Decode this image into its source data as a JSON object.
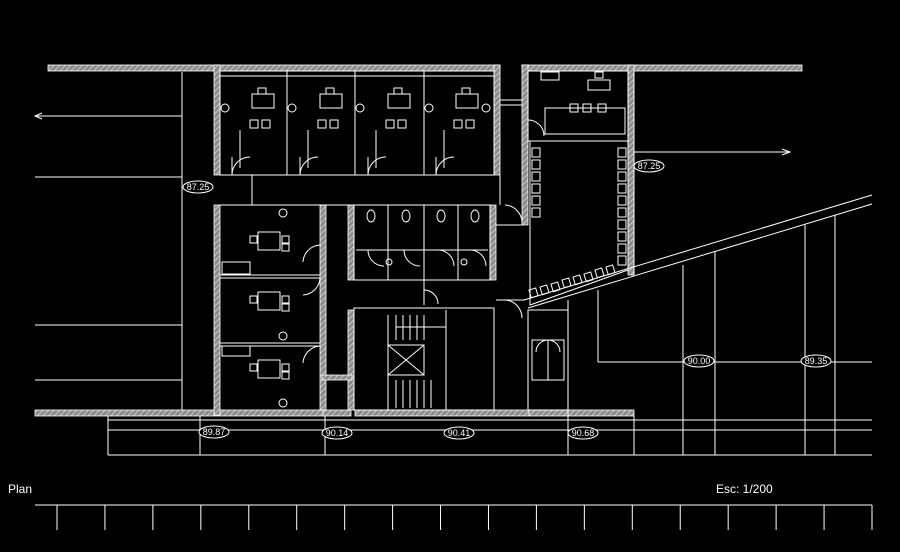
{
  "drawing": {
    "title": "Plan",
    "scale": "Esc: 1/200"
  },
  "colors": {
    "background": "#000000",
    "lines": "#ffffff",
    "hatch": "#9a9a9a"
  },
  "levels": [
    {
      "id": "level-87-25-west",
      "label": "87.25"
    },
    {
      "id": "level-87-25-east",
      "label": "87.25"
    },
    {
      "id": "level-89-87",
      "label": "89.87"
    },
    {
      "id": "level-90-14",
      "label": "90.14"
    },
    {
      "id": "level-90-41",
      "label": "90.41"
    },
    {
      "id": "level-90-68",
      "label": "90.68"
    },
    {
      "id": "level-90-00",
      "label": "90.00"
    },
    {
      "id": "level-89-35",
      "label": "89.35"
    }
  ],
  "scale_bar": {
    "ticks": 18
  }
}
